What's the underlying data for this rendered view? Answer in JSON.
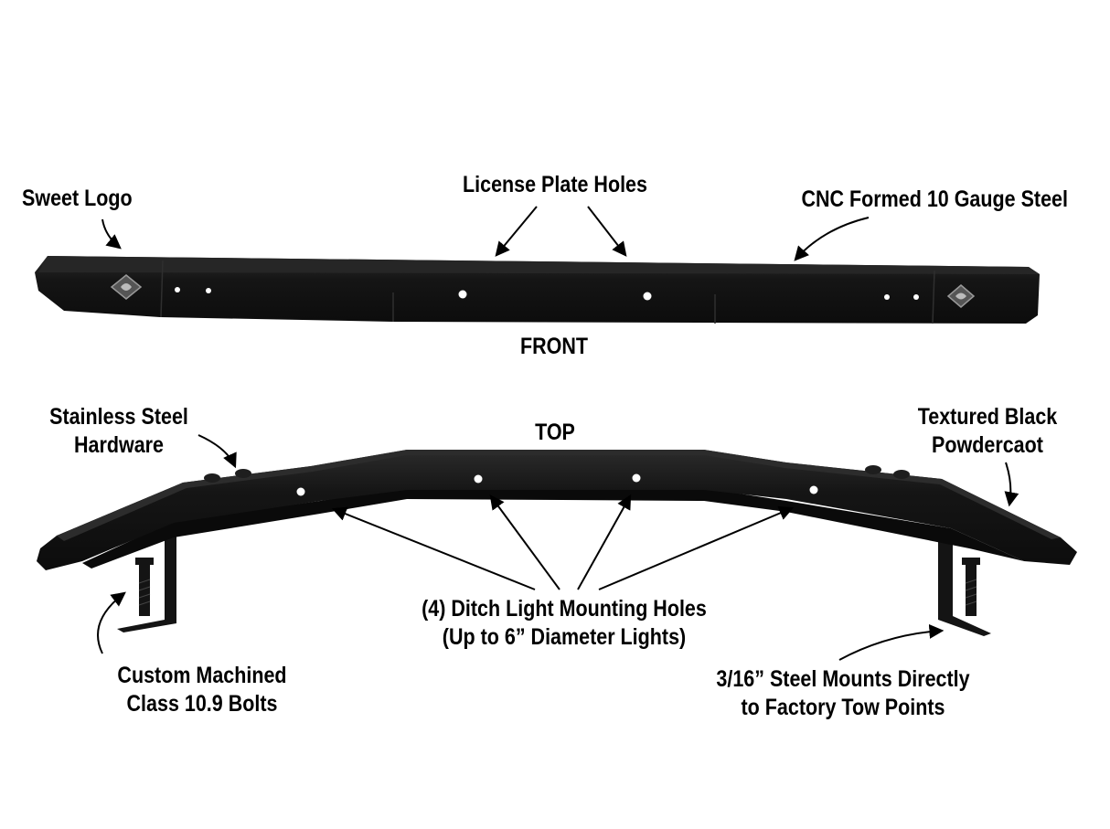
{
  "colors": {
    "background": "#ffffff",
    "steel": "#141414",
    "steel_highlight": "#2a2a2a",
    "text": "#000000"
  },
  "views": {
    "front": "FRONT",
    "top": "TOP"
  },
  "callouts": {
    "sweet_logo": "Sweet Logo",
    "license_plate_holes": "License Plate Holes",
    "cnc_formed": "CNC Formed 10 Gauge Steel",
    "stainless_hardware": [
      "Stainless Steel",
      "Hardware"
    ],
    "textured_black": [
      "Textured Black",
      "Powdercaot"
    ],
    "ditch_light": [
      "(4) Ditch Light Mounting Holes",
      "(Up to 6” Diameter Lights)"
    ],
    "custom_bolts": [
      "Custom Machined",
      "Class 10.9 Bolts"
    ],
    "steel_mounts": [
      "3/16” Steel Mounts Directly",
      "to Factory Tow Points"
    ]
  },
  "icons": {
    "logo_badge": "diamond-logo-icon",
    "arrow": "arrow-icon",
    "bolt": "bolt-icon"
  }
}
